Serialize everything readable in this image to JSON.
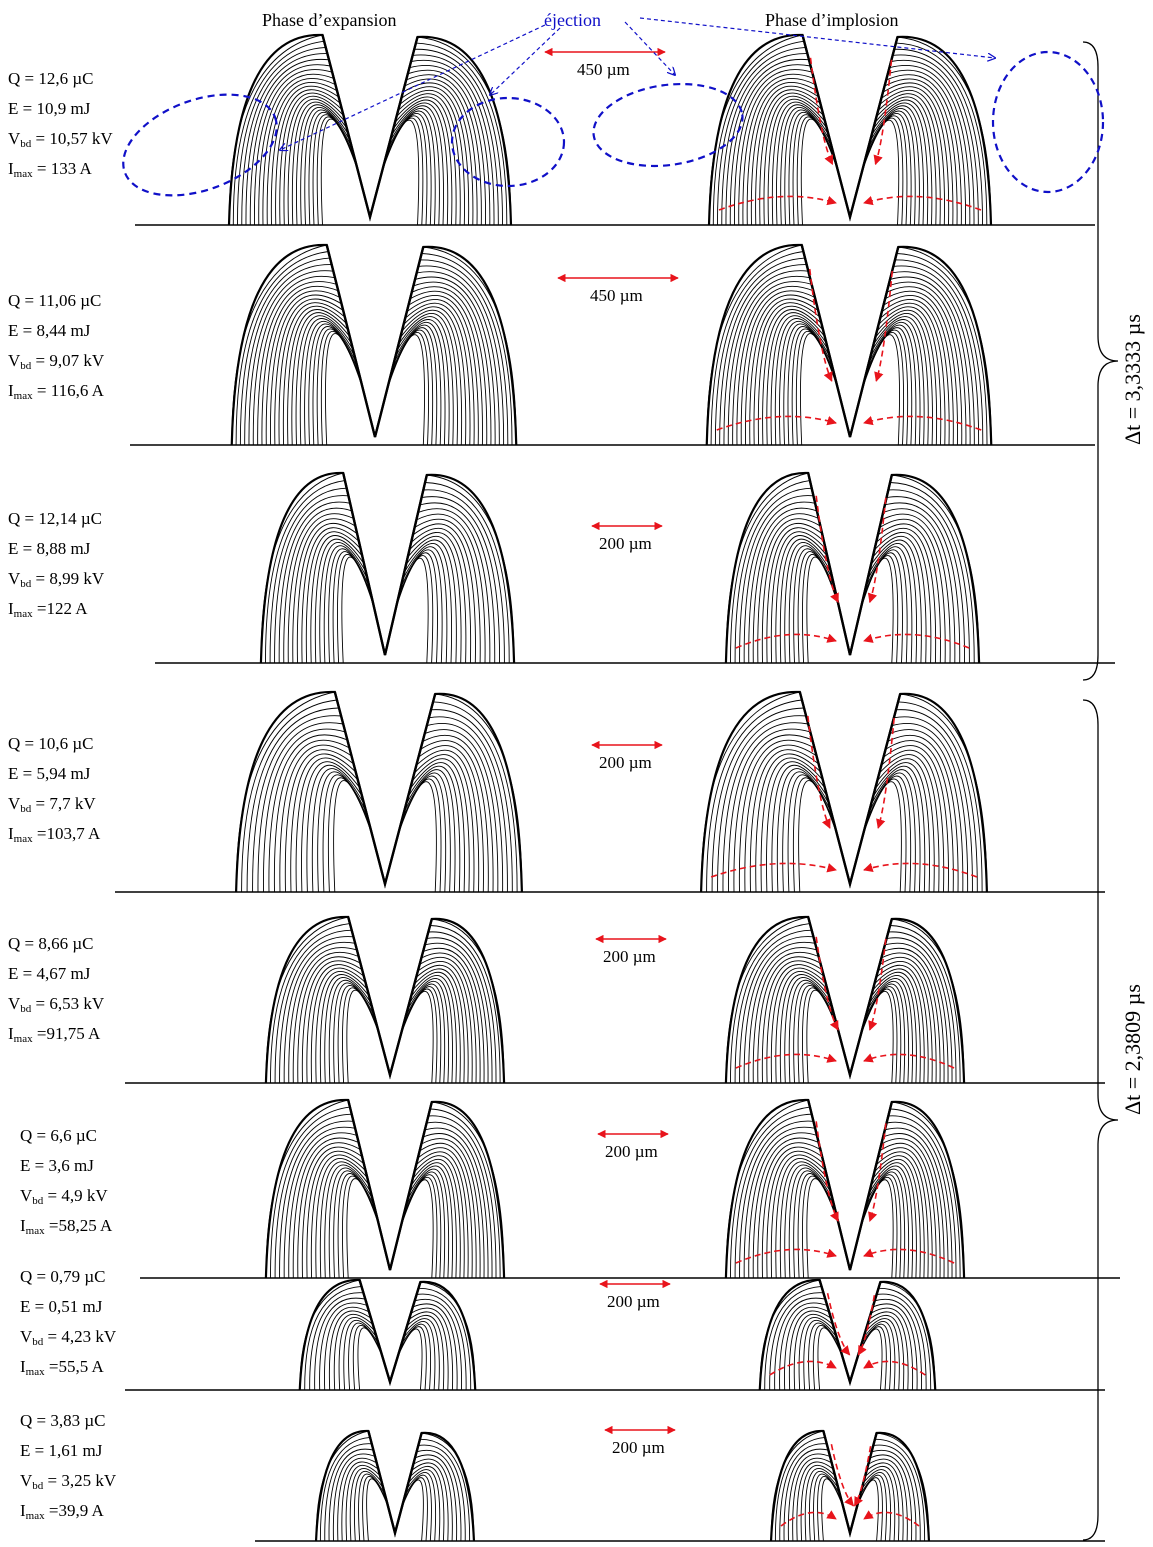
{
  "header": {
    "expansion": "Phase d’expansion",
    "ejection": "éjection",
    "implosion": "Phase d’implosion"
  },
  "rows": [
    {
      "q": "Q = 12,6 µC",
      "e": "E = 10,9 mJ",
      "v_prefix": "V",
      "v_sub": "bd",
      "v_val": " = 10,57 kV",
      "i_prefix": "I",
      "i_sub": "max",
      "i_val": " = 133 A",
      "scale": "450 µm"
    },
    {
      "q": "Q =  11,06 µC",
      "e": "E = 8,44 mJ",
      "v_prefix": "V",
      "v_sub": "bd",
      "v_val": " = 9,07 kV",
      "i_prefix": "I",
      "i_sub": "max",
      "i_val": " = 116,6 A",
      "scale": "450 µm"
    },
    {
      "q": "Q =  12,14 µC",
      "e": "E = 8,88 mJ",
      "v_prefix": "V",
      "v_sub": "bd",
      "v_val": " = 8,99 kV",
      "i_prefix": "I",
      "i_sub": "max",
      "i_val": " =122 A",
      "scale": "200 µm"
    },
    {
      "q": "Q =  10,6 µC",
      "e": "E = 5,94 mJ",
      "v_prefix": "V",
      "v_sub": "bd",
      "v_val": " = 7,7 kV",
      "i_prefix": "I",
      "i_sub": "max",
      "i_val": " =103,7 A",
      "scale": "200 µm"
    },
    {
      "q": "Q =  8,66 µC",
      "e": "E = 4,67 mJ",
      "v_prefix": "V",
      "v_sub": "bd",
      "v_val": " = 6,53 kV",
      "i_prefix": "I",
      "i_sub": "max",
      "i_val": " =91,75 A",
      "scale": "200 µm"
    },
    {
      "q": "Q =  6,6 µC",
      "e": "E = 3,6 mJ",
      "v_prefix": "V",
      "v_sub": "bd",
      "v_val": " = 4,9 kV",
      "i_prefix": "I",
      "i_sub": "max",
      "i_val": " =58,25 A",
      "scale": "200 µm"
    },
    {
      "q": "Q =  0,79 µC",
      "e": "E = 0,51 mJ",
      "v_prefix": "V",
      "v_sub": "bd",
      "v_val": " = 4,23 kV",
      "i_prefix": "I",
      "i_sub": "max",
      "i_val": " =55,5 A",
      "scale": "200 µm"
    },
    {
      "q": "Q =  3,83 µC",
      "e": "E = 1,61 mJ",
      "v_prefix": "V",
      "v_sub": "bd",
      "v_val": " = 3,25 kV",
      "i_prefix": "I",
      "i_sub": "max",
      "i_val": " =39,9 A",
      "scale": "200 µm"
    }
  ],
  "dt_labels": {
    "upper": "Δt = 3,3333 µs",
    "lower": "Δt = 2,3809 µs"
  },
  "colors": {
    "contour": "#000000",
    "arrow": "#e8141c",
    "ejection": "#1010c8"
  }
}
